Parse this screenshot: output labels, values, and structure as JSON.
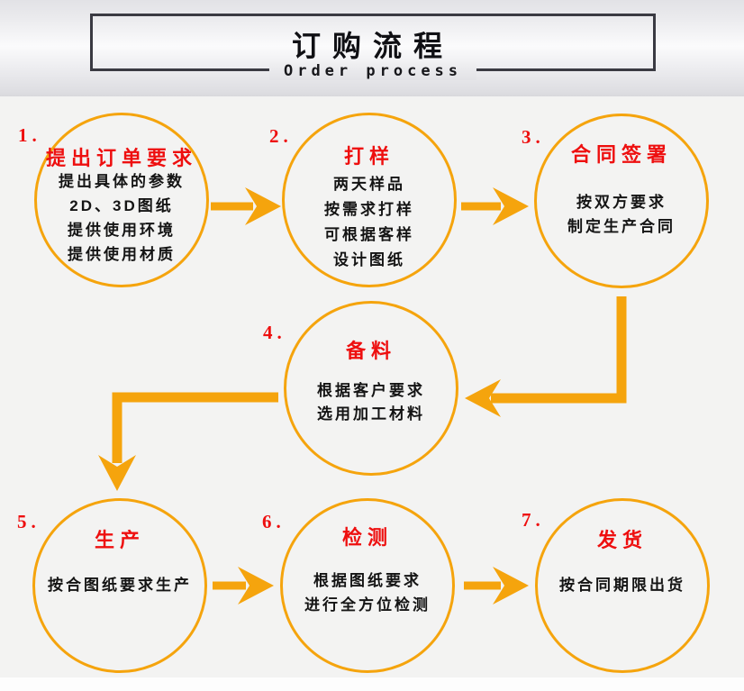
{
  "header": {
    "title": "订购流程",
    "subtitle": "Order process"
  },
  "steps": [
    {
      "number": "1.",
      "title": "提出订单要求",
      "lines": [
        "提出具体的参数",
        "2D、3D图纸",
        "提供使用环境",
        "提供使用材质"
      ]
    },
    {
      "number": "2.",
      "title": "打样",
      "lines": [
        "两天样品",
        "按需求打样",
        "可根据客样",
        "设计图纸"
      ]
    },
    {
      "number": "3.",
      "title": "合同签署",
      "lines": [
        "按双方要求",
        "制定生产合同"
      ]
    },
    {
      "number": "4.",
      "title": "备料",
      "lines": [
        "根据客户要求",
        "选用加工材料"
      ]
    },
    {
      "number": "5.",
      "title": "生产",
      "lines": [
        "按合图纸要求生产"
      ]
    },
    {
      "number": "6.",
      "title": "检测",
      "lines": [
        "根据图纸要求",
        "进行全方位检测"
      ]
    },
    {
      "number": "7.",
      "title": "发货",
      "lines": [
        "按合同期限出货"
      ]
    }
  ],
  "connections": [
    {
      "from": "1",
      "to": "2",
      "shape": "arrow-right"
    },
    {
      "from": "2",
      "to": "3",
      "shape": "arrow-right"
    },
    {
      "from": "3",
      "to": "4",
      "shape": "elbow-down-then-left"
    },
    {
      "from": "4",
      "to": "5",
      "shape": "elbow-left-then-down"
    },
    {
      "from": "5",
      "to": "6",
      "shape": "arrow-right"
    },
    {
      "from": "6",
      "to": "7",
      "shape": "arrow-right"
    }
  ],
  "colors": {
    "accent_orange": "#F5A40D",
    "step_red": "#EE0F0F",
    "text_black": "#141414",
    "box_border_dark": "#3A3A42"
  }
}
